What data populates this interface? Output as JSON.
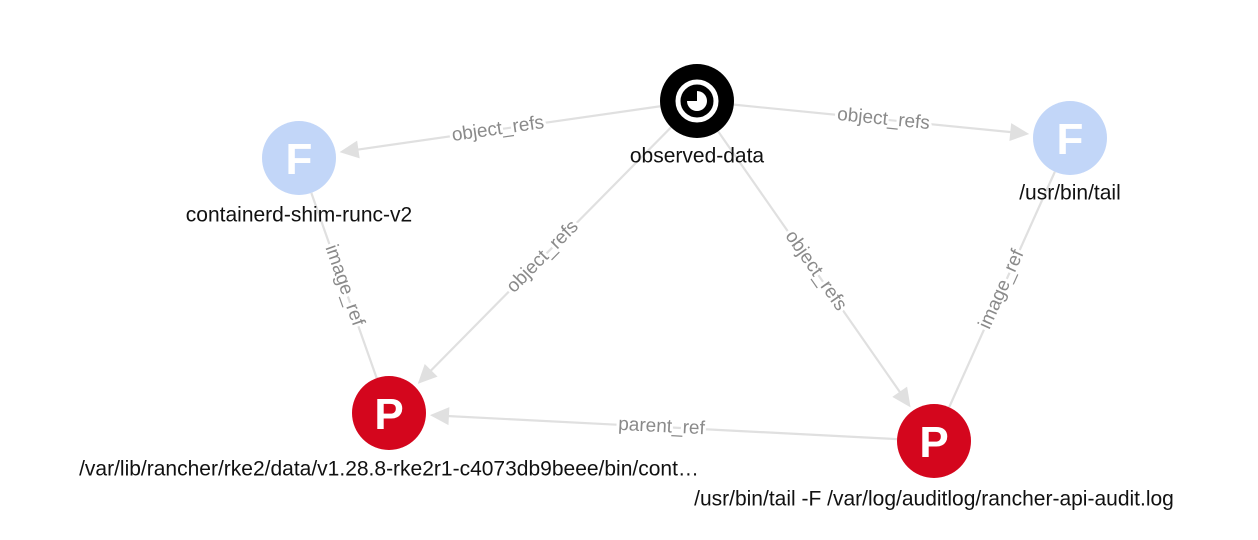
{
  "colors": {
    "file_node": "#c2d6f8",
    "process_node": "#d4061d",
    "observed_node": "#000000",
    "edge": "#e0e0e0",
    "edge_label": "#8a8a8a",
    "node_label": "#111111"
  },
  "nodes": [
    {
      "id": "observed",
      "kind": "observed-data",
      "icon": "observed-data-icon",
      "letter": "",
      "label": "observed-data"
    },
    {
      "id": "shim",
      "kind": "file",
      "icon": "file-icon",
      "letter": "F",
      "label": "containerd-shim-runc-v2"
    },
    {
      "id": "tailfile",
      "kind": "file",
      "icon": "file-icon",
      "letter": "F",
      "label": "/usr/bin/tail"
    },
    {
      "id": "proc1",
      "kind": "process",
      "icon": "process-icon",
      "letter": "P",
      "label": "/var/lib/rancher/rke2/data/v1.28.8-rke2r1-c4073db9beee/bin/cont…"
    },
    {
      "id": "proc2",
      "kind": "process",
      "icon": "process-icon",
      "letter": "P",
      "label": "/usr/bin/tail -F /var/log/auditlog/rancher-api-audit.log"
    }
  ],
  "edges": [
    {
      "from": "observed",
      "to": "shim",
      "label": "object_refs",
      "arrow": true
    },
    {
      "from": "observed",
      "to": "tailfile",
      "label": "object_refs",
      "arrow": true
    },
    {
      "from": "observed",
      "to": "proc1",
      "label": "object_refs",
      "arrow": true
    },
    {
      "from": "observed",
      "to": "proc2",
      "label": "object_refs",
      "arrow": true
    },
    {
      "from": "shim",
      "to": "proc1",
      "label": "image_ref",
      "arrow": false
    },
    {
      "from": "tailfile",
      "to": "proc2",
      "label": "image_ref",
      "arrow": false
    },
    {
      "from": "proc2",
      "to": "proc1",
      "label": "parent_ref",
      "arrow": true
    }
  ]
}
